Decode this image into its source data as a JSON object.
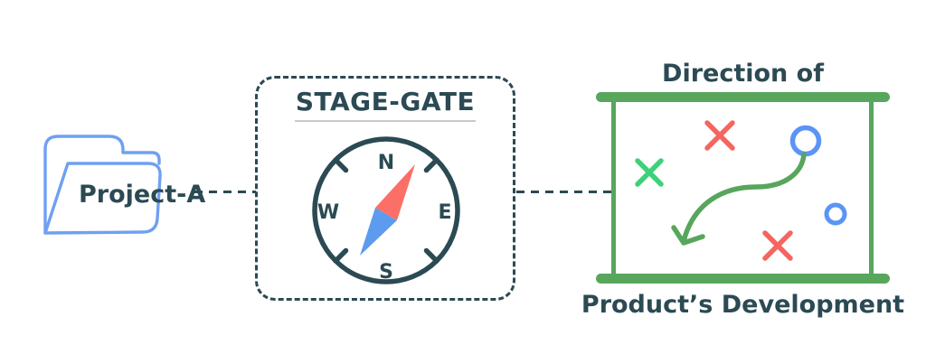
{
  "diagram": {
    "title": "Stage-Gate process diagram",
    "type": "flow-illustration"
  },
  "project": {
    "label": "Project-A",
    "icon": "folder-icon"
  },
  "stage_gate": {
    "title": "STAGE-GATE",
    "compass": {
      "n": "N",
      "e": "E",
      "s": "S",
      "w": "W",
      "needle_direction": "northeast-southwest"
    }
  },
  "direction": {
    "caption_top": "Direction of",
    "caption_bottom": "Product’s Development",
    "markers": [
      {
        "shape": "x-mark",
        "color": "#F4665F",
        "position": "top-center"
      },
      {
        "shape": "circle",
        "color": "#5B94F6",
        "position": "top-right"
      },
      {
        "shape": "x-mark",
        "color": "#3DD178",
        "position": "middle-left"
      },
      {
        "shape": "curved-arrow",
        "color": "#57A65C",
        "from": "top-right circle",
        "to": "bottom-left"
      },
      {
        "shape": "circle",
        "color": "#5B94F6",
        "position": "middle-right"
      },
      {
        "shape": "x-mark",
        "color": "#F4665F",
        "position": "bottom-center"
      }
    ]
  },
  "connectors": [
    {
      "from": "project-folder",
      "to": "stage-gate-box",
      "style": "dashed"
    },
    {
      "from": "stage-gate-box",
      "to": "strategy-board",
      "style": "dashed"
    }
  ],
  "colors": {
    "ink": "#2B4A53",
    "folder_blue": "#6FA0F1",
    "circle_blue": "#5B94F6",
    "red": "#F4665F",
    "green_frame": "#57A65C",
    "green_bright": "#3DD178",
    "needle_red": "#FB6F66",
    "needle_blue": "#5C9BEE",
    "underline_gray": "#C5CACC"
  }
}
